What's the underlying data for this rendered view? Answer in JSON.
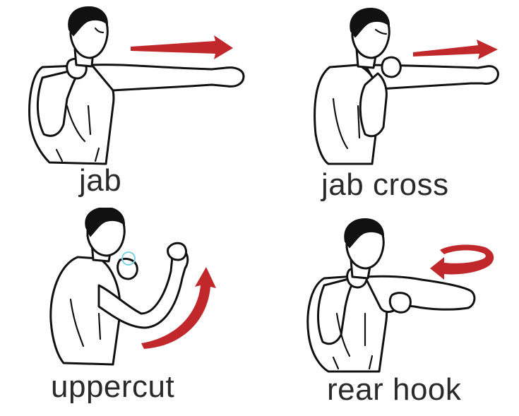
{
  "panels": [
    {
      "id": "jab",
      "label": "jab",
      "arrow": "right-arrow"
    },
    {
      "id": "jab-cross",
      "label": "jab cross",
      "arrow": "right-arrow"
    },
    {
      "id": "uppercut",
      "label": "uppercut",
      "arrow": "curved-up-arrow"
    },
    {
      "id": "rear-hook",
      "label": "rear hook",
      "arrow": "circular-left-arrow"
    }
  ],
  "colors": {
    "arrow": "#c0282c",
    "outline": "#111111",
    "label": "#2a2a2a",
    "background": "#ffffff"
  }
}
